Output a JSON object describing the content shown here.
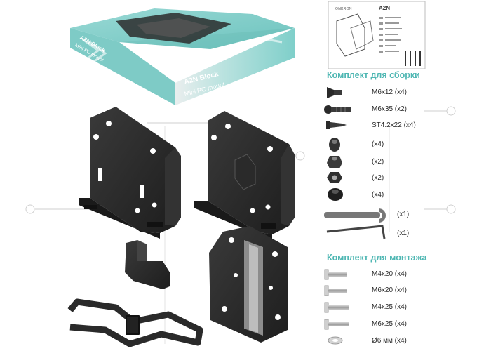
{
  "packaging": {
    "box_front_title": "A2N Block",
    "box_front_subtitle": "Mini PC mount",
    "box_top_title": "A2N Block",
    "box_top_subtitle": "Mini PC mount",
    "doc_title": "A2N",
    "doc_brand": "ONKRON"
  },
  "assembly_kit": {
    "heading": "Комплект для сборки",
    "items": [
      {
        "label": "M6x12 (x4)",
        "icon": "flat-head-screw-icon"
      },
      {
        "label": "M6x35 (x2)",
        "icon": "long-bolt-icon"
      },
      {
        "label": "ST4.2x22 (x4)",
        "icon": "self-tapping-screw-icon"
      },
      {
        "label": "(x4)",
        "icon": "dowel-icon"
      },
      {
        "label": "(x2)",
        "icon": "nut-icon"
      },
      {
        "label": "(x2)",
        "icon": "hex-nut-icon"
      },
      {
        "label": "(x4)",
        "icon": "rubber-spacer-icon"
      },
      {
        "label": "(x1)",
        "icon": "wrench-icon"
      },
      {
        "label": "(x1)",
        "icon": "hex-key-icon"
      }
    ]
  },
  "mounting_kit": {
    "heading": "Комплект для монтажа",
    "items": [
      {
        "label": "M4x20 (x4)",
        "icon": "machine-screw-icon"
      },
      {
        "label": "M6x20 (x4)",
        "icon": "machine-screw-icon"
      },
      {
        "label": "M4x25 (x4)",
        "icon": "machine-screw-icon"
      },
      {
        "label": "M6x25 (x4)",
        "icon": "machine-screw-icon"
      },
      {
        "label": "Ø6 мм (x4)",
        "icon": "washer-icon"
      }
    ]
  },
  "colors": {
    "accent": "#4fb7b3",
    "box_teal": "#8fd3cf",
    "metal": "#2a2a2a",
    "line_art": "#cccccc"
  }
}
